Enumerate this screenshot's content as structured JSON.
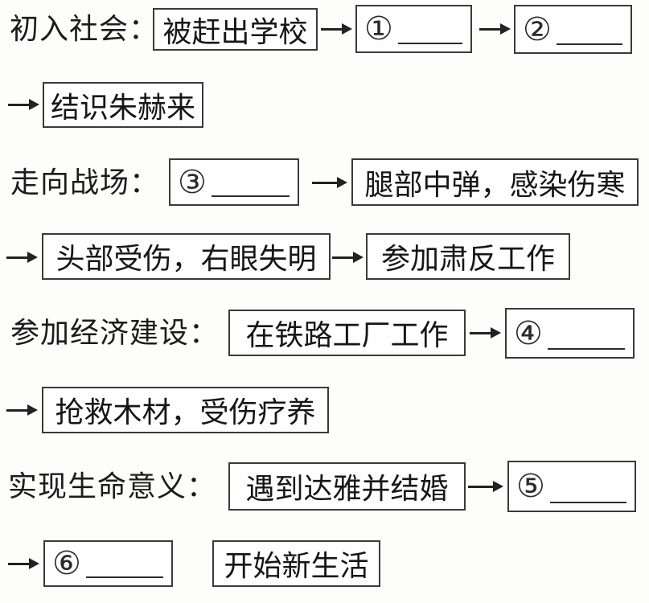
{
  "colors": {
    "background": "#fdfdfc",
    "ink": "#1c1c1c",
    "box_border": "#3a3a3a"
  },
  "diagram": {
    "type": "flowchart",
    "sections": [
      {
        "label": "初入社会：",
        "boxes": [
          {
            "text": "被赶出学校"
          },
          {
            "num": "①",
            "blank": true
          },
          {
            "num": "②",
            "blank": true
          },
          {
            "text": "结识朱赫来"
          }
        ]
      },
      {
        "label": "走向战场：",
        "boxes": [
          {
            "num": "③",
            "blank": true
          },
          {
            "text": "腿部中弹，感染伤寒"
          },
          {
            "text": "头部受伤，右眼失明"
          },
          {
            "text": "参加肃反工作"
          }
        ]
      },
      {
        "label": "参加经济建设：",
        "boxes": [
          {
            "text": "在铁路工厂工作"
          },
          {
            "num": "④",
            "blank": true
          },
          {
            "text": "抢救木材，受伤疗养"
          }
        ]
      },
      {
        "label": "实现生命意义：",
        "boxes": [
          {
            "text": "遇到达雅并结婚"
          },
          {
            "num": "⑤",
            "blank": true
          },
          {
            "num": "⑥",
            "blank": true
          },
          {
            "text": "开始新生活"
          }
        ]
      }
    ]
  }
}
